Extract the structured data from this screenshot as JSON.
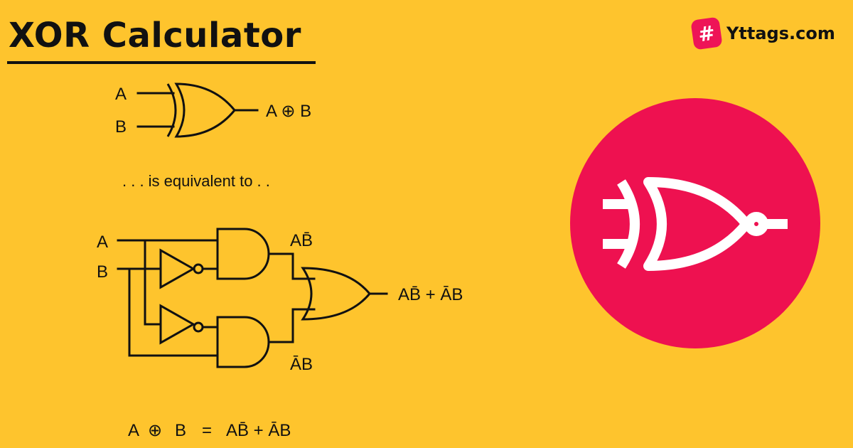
{
  "title": "XOR Calculator",
  "brand": {
    "icon": "hash-icon",
    "glyph": "#",
    "name": "Yttags.com",
    "badge_color": "#EE1457"
  },
  "diagram": {
    "top": {
      "input_a": "A",
      "input_b": "B",
      "output": "A ⊕ B"
    },
    "equivalent_text": ". . . is equivalent to . .",
    "bottom": {
      "input_a": "A",
      "input_b": "B",
      "and_top_out": "AB̄",
      "and_bottom_out": "ĀB",
      "or_out": "AB̄ + ĀB"
    },
    "equation": {
      "lhs_a": "A",
      "op": "⊕",
      "lhs_b": "B",
      "eq": "=",
      "rhs": "AB̄ + ĀB"
    }
  },
  "logo": {
    "icon": "xnor-gate-icon",
    "bg_color": "#EE1150"
  },
  "colors": {
    "background": "#FEC42D",
    "ink": "#111111",
    "accent": "#EE1150"
  }
}
